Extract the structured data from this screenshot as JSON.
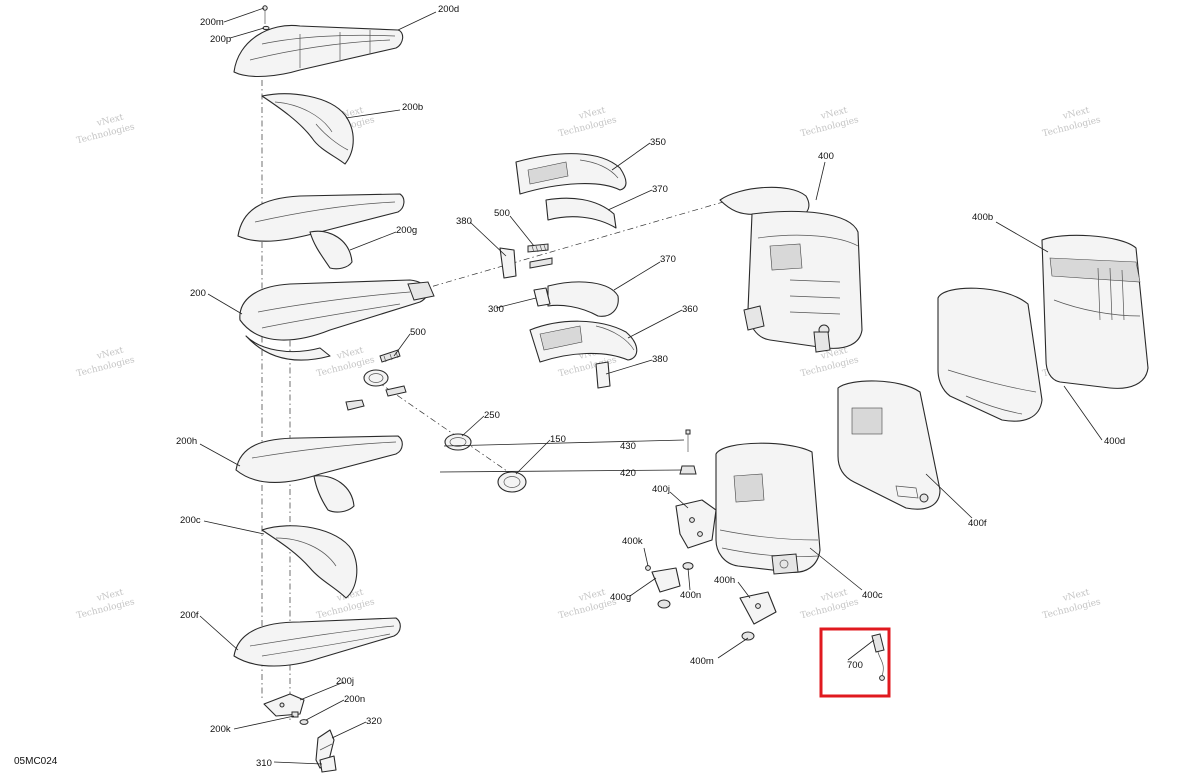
{
  "diagram": {
    "code": "05MC024",
    "watermark_line1": "vNext",
    "watermark_line2": "Technologies",
    "highlight_color": "#e0191f",
    "callouts": {
      "c200m": "200m",
      "c200p": "200p",
      "c200d": "200d",
      "c200b": "200b",
      "c200g": "200g",
      "c200": "200",
      "c200h": "200h",
      "c200c": "200c",
      "c200f": "200f",
      "c200j": "200j",
      "c200n": "200n",
      "c200k": "200k",
      "c320": "320",
      "c310": "310",
      "c350": "350",
      "c370a": "370",
      "c370b": "370",
      "c380a": "380",
      "c380b": "380",
      "c500a": "500",
      "c500b": "500",
      "c300": "300",
      "c360": "360",
      "c250": "250",
      "c150": "150",
      "c400": "400",
      "c400b": "400b",
      "c400d": "400d",
      "c400f": "400f",
      "c400c": "400c",
      "c430": "430",
      "c420": "420",
      "c400j": "400j",
      "c400k": "400k",
      "c400g": "400g",
      "c400n": "400n",
      "c400h": "400h",
      "c400m": "400m",
      "c700": "700"
    }
  }
}
